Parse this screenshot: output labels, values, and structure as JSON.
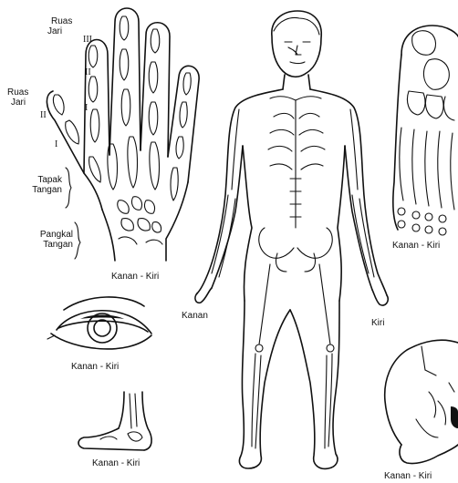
{
  "hand": {
    "ruas_jari_top": [
      "Ruas",
      "Jari"
    ],
    "ruas_jari_left": [
      "Ruas",
      "Jari"
    ],
    "roman_III": "III",
    "roman_II_a": "II",
    "roman_II_b": "II",
    "roman_I_a": "I",
    "roman_I_b": "I",
    "tapak_tangan": [
      "Tapak",
      "Tangan"
    ],
    "pangkal_tangan": [
      "Pangkal",
      "Tangan"
    ],
    "caption": "Kanan - Kiri"
  },
  "body": {
    "left_label": "Kanan",
    "right_label": "Kiri"
  },
  "foot_top": {
    "caption": "Kanan - Kiri"
  },
  "eye": {
    "caption": "Kanan - Kiri"
  },
  "foot_side": {
    "caption": "Kanan - Kiri"
  },
  "head": {
    "caption": "Kanan - Kiri"
  }
}
